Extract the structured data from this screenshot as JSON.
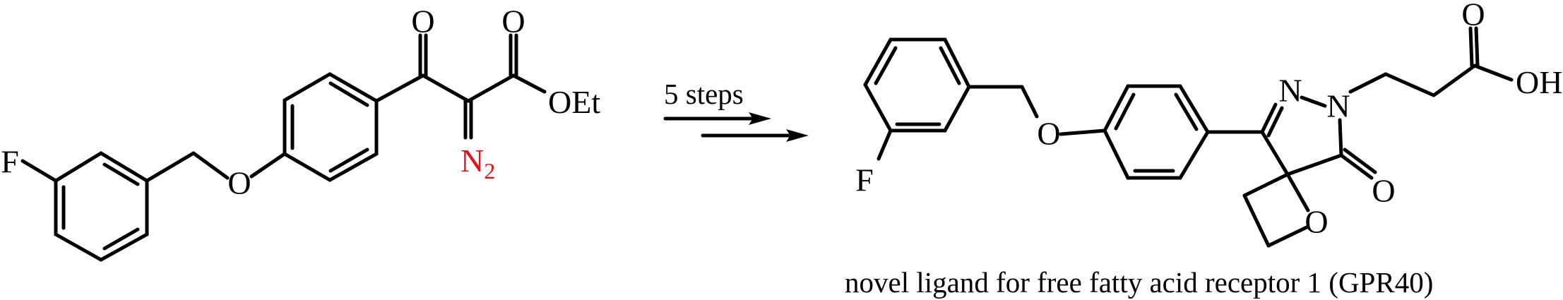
{
  "reactant": {
    "atoms": {
      "fluorine": "F",
      "ether_oxygen": "O",
      "ketone_oxygen": "O",
      "ester_oxygen": "O",
      "ethoxy": "OEt",
      "diazo": "N",
      "diazo_subscript": "2"
    },
    "diazo_color": "#e8101c"
  },
  "reaction": {
    "condition": "5 steps"
  },
  "product": {
    "atoms": {
      "fluorine": "F",
      "ether_oxygen": "O",
      "n1": "N",
      "n2": "N",
      "acid_carbonyl_oxygen": "O",
      "hydroxyl": "OH",
      "amide_oxygen": "O",
      "oxetane_oxygen": "O"
    },
    "caption": "novel ligand for free fatty acid receptor 1 (GPR40)"
  }
}
